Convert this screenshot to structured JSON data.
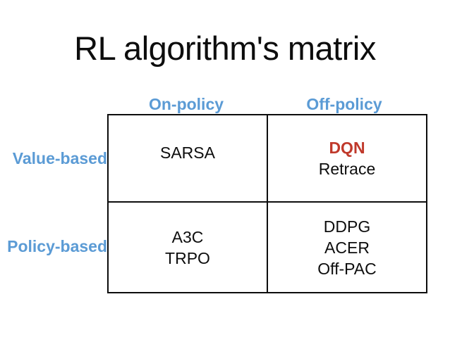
{
  "slide": {
    "title": "RL algorithm's matrix",
    "background_color": "#ffffff",
    "text_color": "#0d0d0d",
    "header_color": "#5b9bd5",
    "accent_color": "#c0392b"
  },
  "matrix": {
    "column_headers": [
      "On-policy",
      "Off-policy"
    ],
    "row_headers": [
      "Value-based",
      "Policy-based"
    ],
    "cells": [
      {
        "row": "Value-based",
        "column": "On-policy",
        "entries": [
          {
            "label": "SARSA",
            "highlighted": false
          }
        ]
      },
      {
        "row": "Value-based",
        "column": "Off-policy",
        "entries": [
          {
            "label": "DQN",
            "highlighted": true
          },
          {
            "label": "Retrace",
            "highlighted": false
          }
        ]
      },
      {
        "row": "Policy-based",
        "column": "On-policy",
        "entries": [
          {
            "label": "A3C",
            "highlighted": false
          },
          {
            "label": "TRPO",
            "highlighted": false
          }
        ]
      },
      {
        "row": "Policy-based",
        "column": "Off-policy",
        "entries": [
          {
            "label": "DDPG",
            "highlighted": false
          },
          {
            "label": "ACER",
            "highlighted": false
          },
          {
            "label": "Off-PAC",
            "highlighted": false
          }
        ]
      }
    ]
  }
}
